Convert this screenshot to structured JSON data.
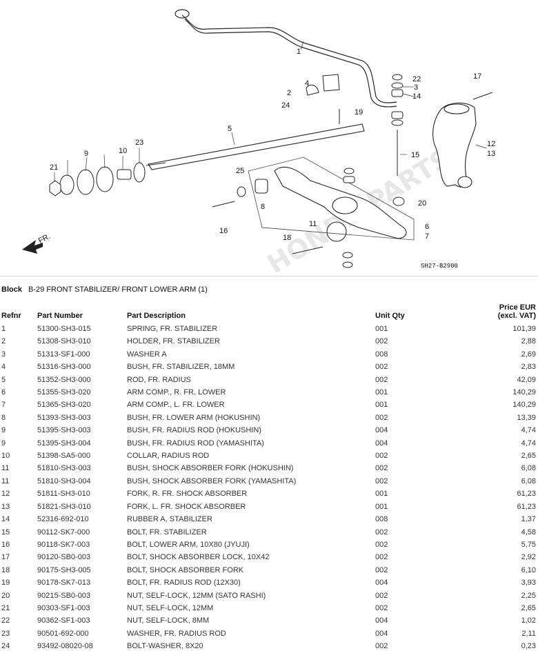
{
  "diagram": {
    "callouts": [
      "1",
      "2",
      "3",
      "4",
      "5",
      "6",
      "7",
      "8",
      "9",
      "10",
      "11",
      "12",
      "13",
      "14",
      "15",
      "16",
      "17",
      "18",
      "19",
      "20",
      "21",
      "22",
      "23",
      "24",
      "25"
    ],
    "direction_label": "FR.",
    "code": "SH27-B2900"
  },
  "block": {
    "label": "Block",
    "title": "B-29 FRONT STABILIZER/ FRONT LOWER ARM (1)"
  },
  "table": {
    "headers": {
      "refnr": "Refnr",
      "part_number": "Part Number",
      "part_description": "Part Description",
      "unit_qty": "Unit Qty",
      "price_line1": "Price EUR",
      "price_line2": "(excl. VAT)"
    },
    "rows": [
      {
        "ref": "1",
        "part": "51300-SH3-015",
        "desc": "SPRING, FR. STABILIZER",
        "qty": "001",
        "price": "101,39"
      },
      {
        "ref": "2",
        "part": "51308-SH3-010",
        "desc": "HOLDER, FR. STABILIZER",
        "qty": "002",
        "price": "2,88"
      },
      {
        "ref": "3",
        "part": "51313-SF1-000",
        "desc": "WASHER A",
        "qty": "008",
        "price": "2,69"
      },
      {
        "ref": "4",
        "part": "51316-SH3-000",
        "desc": "BUSH, FR. STABILIZER, 18MM",
        "qty": "002",
        "price": "2,83"
      },
      {
        "ref": "5",
        "part": "51352-SH3-000",
        "desc": "ROD, FR. RADIUS",
        "qty": "002",
        "price": "42,09"
      },
      {
        "ref": "6",
        "part": "51355-SH3-020",
        "desc": "ARM COMP., R. FR. LOWER",
        "qty": "001",
        "price": "140,29"
      },
      {
        "ref": "7",
        "part": "51365-SH3-020",
        "desc": "ARM COMP., L. FR. LOWER",
        "qty": "001",
        "price": "140,29"
      },
      {
        "ref": "8",
        "part": "51393-SH3-003",
        "desc": "BUSH, FR. LOWER ARM (HOKUSHIN)",
        "qty": "002",
        "price": "13,39"
      },
      {
        "ref": "9",
        "part": "51395-SH3-003",
        "desc": "BUSH, FR. RADIUS ROD (HOKUSHIN)",
        "qty": "004",
        "price": "4,74"
      },
      {
        "ref": "9",
        "part": "51395-SH3-004",
        "desc": "BUSH, FR. RADIUS ROD (YAMASHITA)",
        "qty": "004",
        "price": "4,74"
      },
      {
        "ref": "10",
        "part": "51398-SA5-000",
        "desc": "COLLAR, RADIUS ROD",
        "qty": "002",
        "price": "2,65"
      },
      {
        "ref": "11",
        "part": "51810-SH3-003",
        "desc": "BUSH, SHOCK ABSORBER FORK (HOKUSHIN)",
        "qty": "002",
        "price": "6,08"
      },
      {
        "ref": "11",
        "part": "51810-SH3-004",
        "desc": "BUSH, SHOCK ABSORBER FORK (YAMASHITA)",
        "qty": "002",
        "price": "6,08"
      },
      {
        "ref": "12",
        "part": "51811-SH3-010",
        "desc": "FORK, R. FR. SHOCK ABSORBER",
        "qty": "001",
        "price": "61,23"
      },
      {
        "ref": "13",
        "part": "51821-SH3-010",
        "desc": "FORK, L. FR. SHOCK ABSORBER",
        "qty": "001",
        "price": "61,23"
      },
      {
        "ref": "14",
        "part": "52316-692-010",
        "desc": "RUBBER A, STABILIZER",
        "qty": "008",
        "price": "1,37"
      },
      {
        "ref": "15",
        "part": "90112-SK7-000",
        "desc": "BOLT, FR. STABILIZER",
        "qty": "002",
        "price": "4,58"
      },
      {
        "ref": "16",
        "part": "90118-SK7-003",
        "desc": "BOLT, LOWER ARM, 10X80 (JYUJI)",
        "qty": "002",
        "price": "5,75"
      },
      {
        "ref": "17",
        "part": "90120-SB0-003",
        "desc": "BOLT, SHOCK ABSORBER LOCK, 10X42",
        "qty": "002",
        "price": "2,92"
      },
      {
        "ref": "18",
        "part": "90175-SH3-005",
        "desc": "BOLT, SHOCK ABSORBER FORK",
        "qty": "002",
        "price": "6,10"
      },
      {
        "ref": "19",
        "part": "90178-SK7-013",
        "desc": "BOLT, FR. RADIUS ROD (12X30)",
        "qty": "004",
        "price": "3,93"
      },
      {
        "ref": "20",
        "part": "90215-SB0-003",
        "desc": "NUT, SELF-LOCK, 12MM (SATO RASHI)",
        "qty": "002",
        "price": "2,25"
      },
      {
        "ref": "21",
        "part": "90303-SF1-003",
        "desc": "NUT, SELF-LOCK, 12MM",
        "qty": "002",
        "price": "2,65"
      },
      {
        "ref": "22",
        "part": "90362-SF1-003",
        "desc": "NUT, SELF-LOCK, 8MM",
        "qty": "004",
        "price": "1,02"
      },
      {
        "ref": "23",
        "part": "90501-692-000",
        "desc": "WASHER, FR. RADIUS ROD",
        "qty": "004",
        "price": "2,11"
      },
      {
        "ref": "24",
        "part": "93492-08020-08",
        "desc": "BOLT-WASHER, 8X20",
        "qty": "002",
        "price": "0,23"
      }
    ]
  }
}
